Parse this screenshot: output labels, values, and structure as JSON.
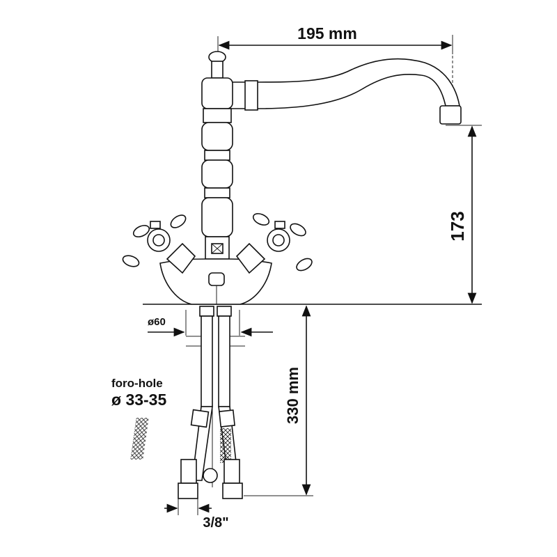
{
  "drawing": {
    "spout_reach": "195 mm",
    "spout_height": "173",
    "base_diameter": "ø60",
    "mount_hole_label": "foro-hole",
    "mount_hole_diameter": "ø 33-35",
    "hose_length": "330 mm",
    "connection_size": "3/8\""
  }
}
